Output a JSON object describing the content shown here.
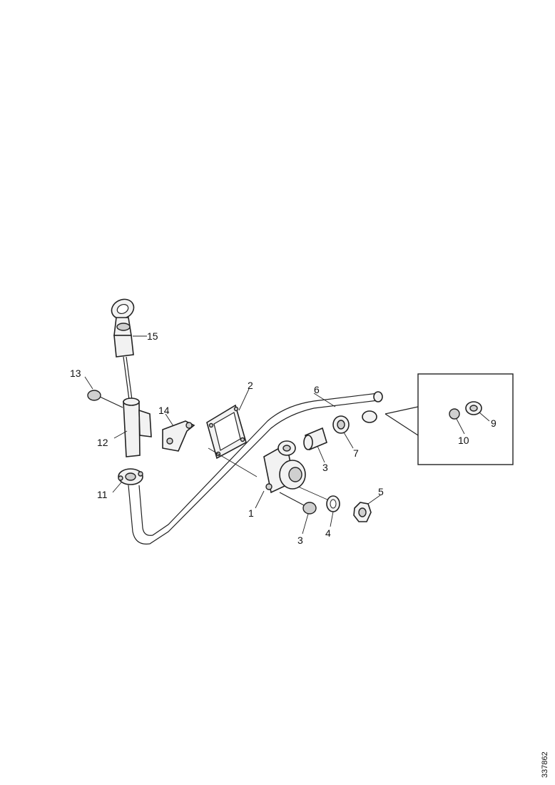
{
  "figure": {
    "reference_code": "337862",
    "callouts": {
      "c1": "1",
      "c2": "2",
      "c3a": "3",
      "c3b": "3",
      "c4": "4",
      "c5": "5",
      "c6": "6",
      "c7": "7",
      "c9": "9",
      "c10": "10",
      "c11": "11",
      "c12": "12",
      "c13": "13",
      "c14": "14",
      "c15": "15"
    }
  }
}
